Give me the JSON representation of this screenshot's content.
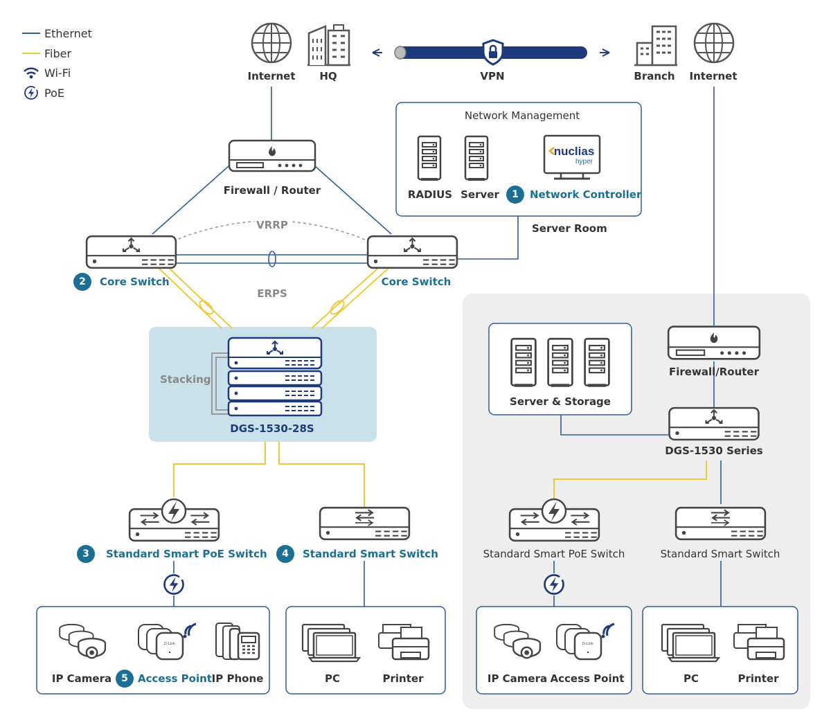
{
  "legend": {
    "ethernet": "Ethernet",
    "fiber": "Fiber",
    "wifi": "Wi-Fi",
    "poe": "PoE"
  },
  "colors": {
    "ethernet": "#2f5c9b",
    "fiber": "#f0c93a",
    "accent": "#1c6f94",
    "navy": "#1e3a7a",
    "stack_bg": "#c8e1ea",
    "branch_bg": "#eeeeee"
  },
  "top": {
    "internet_left": "Internet",
    "hq": "HQ",
    "vpn": "VPN",
    "branch": "Branch",
    "internet_right": "Internet"
  },
  "hq": {
    "firewall": "Firewall / Router",
    "vrrp": "VRRP",
    "erps": "ERPS",
    "core_left": {
      "badge": "2",
      "label": "Core Switch"
    },
    "core_right": "Core Switch",
    "management": {
      "title": "Network Management",
      "radius": "RADIUS",
      "server": "Server",
      "controller": {
        "badge": "1",
        "label": "Network Controller"
      },
      "logo_main": "nuclias",
      "logo_sub": "hyper"
    },
    "server_room": "Server Room",
    "stacking": "Stacking",
    "stack_model": "DGS-1530-28S",
    "poe_switch": {
      "badge": "3",
      "label": "Standard Smart PoE Switch"
    },
    "smart_switch": {
      "badge": "4",
      "label": "Standard Smart Switch"
    },
    "endpoints_left": {
      "camera": "IP Camera",
      "access_point": {
        "badge": "5",
        "label": "Access Point"
      },
      "phone": "IP Phone"
    },
    "endpoints_right": {
      "pc": "PC",
      "printer": "Printer"
    }
  },
  "branch": {
    "server_storage": "Server & Storage",
    "firewall": "Firewall/Router",
    "series": "DGS-1530 Series",
    "poe_switch": "Standard Smart PoE Switch",
    "smart_switch": "Standard Smart Switch",
    "endpoints_left": {
      "camera": "IP Camera",
      "access_point": "Access Point"
    },
    "endpoints_right": {
      "pc": "PC",
      "printer": "Printer"
    }
  }
}
